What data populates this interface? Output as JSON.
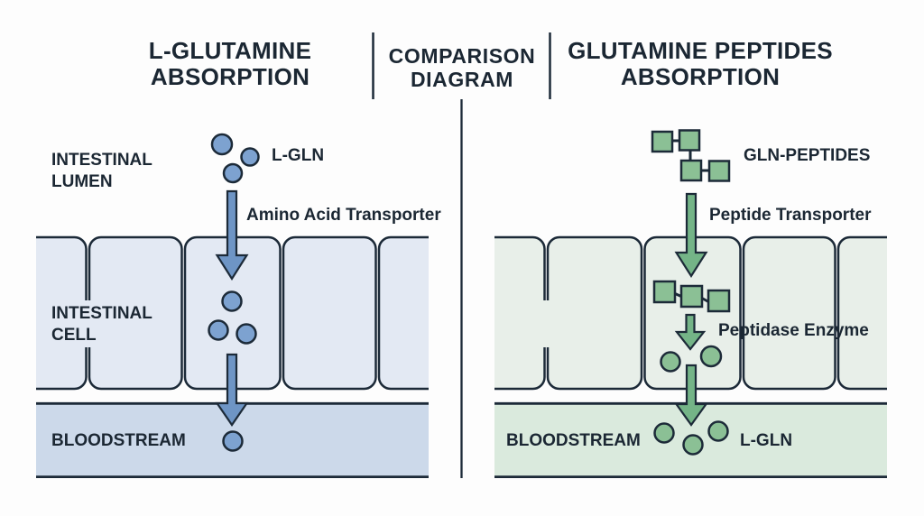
{
  "header": {
    "left": {
      "line1": "L-GLUTAMINE",
      "line2": "ABSORPTION"
    },
    "center": {
      "line1": "COMPARISON",
      "line2": "DIAGRAM"
    },
    "right": {
      "line1": "GLUTAMINE PEPTIDES",
      "line2": "ABSORPTION"
    }
  },
  "left_panel": {
    "lumen_label": {
      "line1": "INTESTINAL",
      "line2": "LUMEN"
    },
    "cell_label": {
      "line1": "INTESTINAL",
      "line2": "CELL"
    },
    "bloodstream_label": "BLOODSTREAM",
    "molecule_label": "L-GLN",
    "transporter_label": "Amino Acid Transporter"
  },
  "right_panel": {
    "bloodstream_label": "BLOODSTREAM",
    "molecule_label": "GLN-PEPTIDES",
    "transporter_label": "Peptide Transporter",
    "enzyme_label": "Peptidase Enzyme",
    "product_label": "L-GLN"
  },
  "colors": {
    "ink": "#1c2a38",
    "blue_molecule": "#7da2d0",
    "blue_arrow": "#6e95c5",
    "left_cell_fill": "#e3e9f3",
    "left_bloodstream_fill": "#ccd9ea",
    "green_molecule": "#8bc095",
    "green_arrow": "#74b487",
    "right_cell_fill": "#e8efe9",
    "right_bloodstream_fill": "#daeadd",
    "background": "#fdfdfd"
  }
}
